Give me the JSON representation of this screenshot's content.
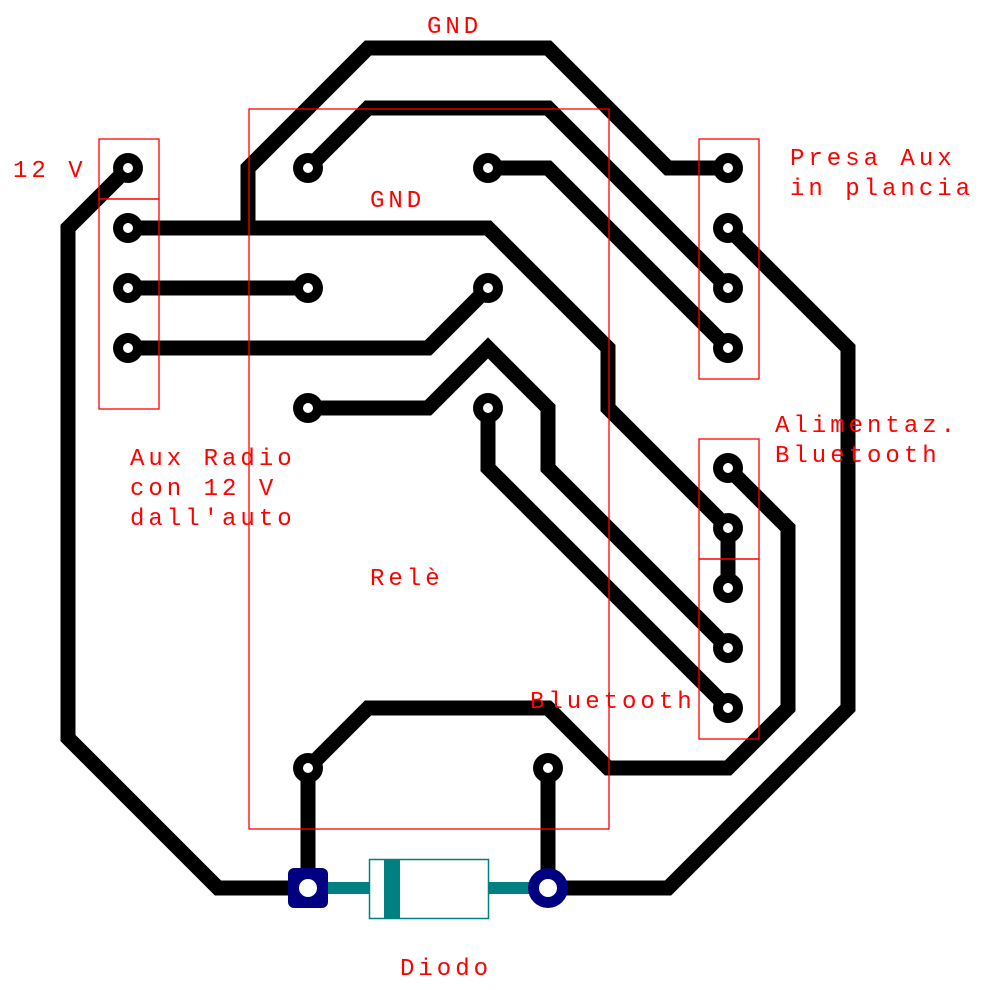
{
  "colors": {
    "trace": "#000000",
    "silkscreen": "#ff0000",
    "diode_pad": "#000080",
    "diode_body": "#008080",
    "background": "#ffffff"
  },
  "labels": {
    "gnd_top": "GND",
    "v12": "12 V",
    "gnd_inner": "GND",
    "presa_line1": "Presa Aux",
    "presa_line2": "in plancia",
    "aux_line1": "Aux Radio",
    "aux_line2": "con 12 V",
    "aux_line3": "dall'auto",
    "rele": "Relè",
    "alim_line1": "Alimentaz.",
    "alim_line2": "Bluetooth",
    "bluetooth": "Bluetooth",
    "diodo": "Diodo"
  }
}
